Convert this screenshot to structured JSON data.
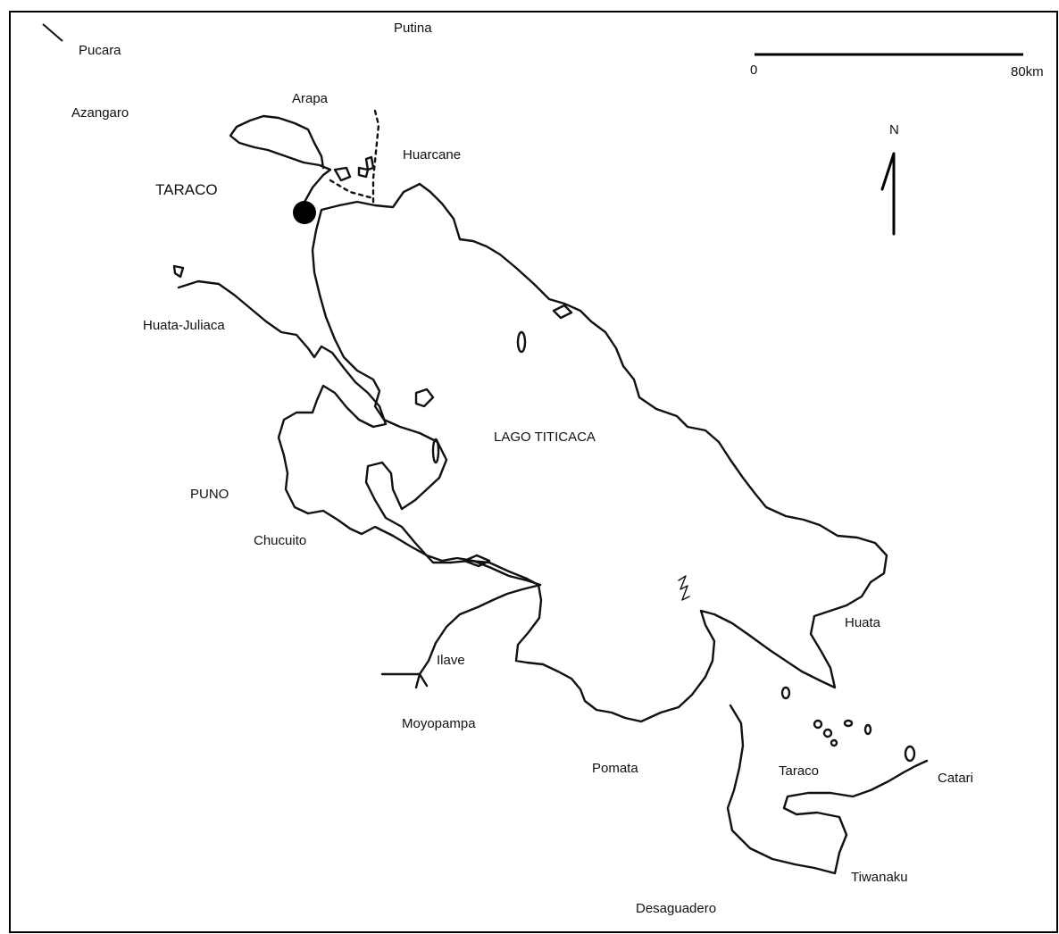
{
  "map": {
    "lake_label": "LAGO TITICACA",
    "site_label": "TARACO",
    "place_labels": {
      "pucara": "Pucara",
      "putina": "Putina",
      "azangaro": "Azangaro",
      "arapa": "Arapa",
      "huarcane": "Huarcane",
      "huata_juliaca": "Huata-Juliaca",
      "puno": "PUNO",
      "chucuito": "Chucuito",
      "ilave": "Ilave",
      "moyopampa": "Moyopampa",
      "pomata": "Pomata",
      "desaguadero": "Desaguadero",
      "huata": "Huata",
      "taraco_south": "Taraco",
      "catari": "Catari",
      "tiwanaku": "Tiwanaku"
    },
    "scale_bar": {
      "start_label": "0",
      "end_label": "80km"
    },
    "north_arrow": {
      "label": "N"
    },
    "colors": {
      "line": "#111111",
      "background": "#ffffff",
      "border": "#000000"
    }
  }
}
